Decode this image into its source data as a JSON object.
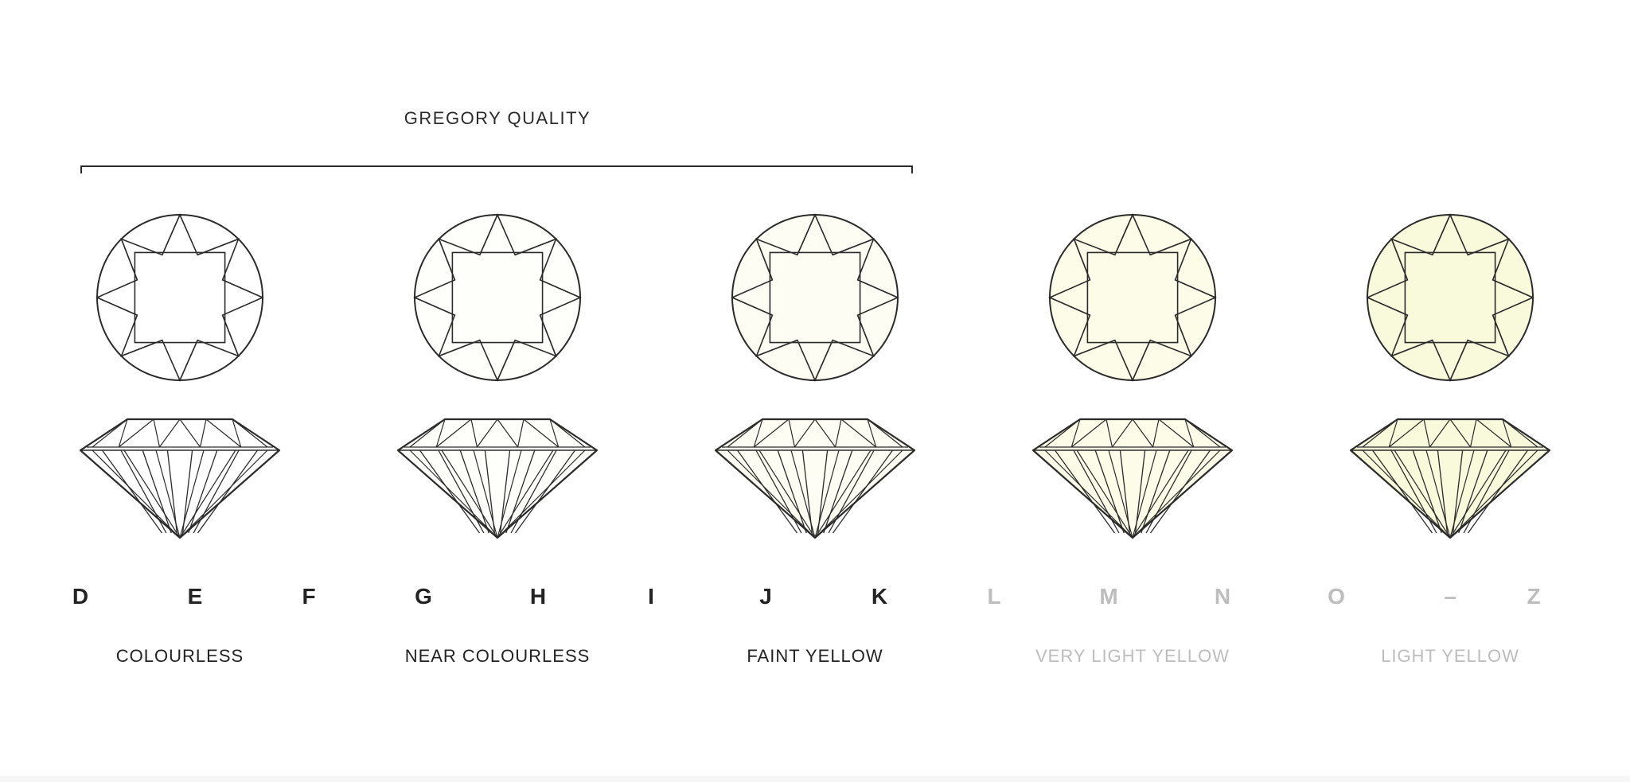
{
  "bracket": {
    "label": "GREGORY QUALITY"
  },
  "grades": [
    "D",
    "E",
    "F",
    "G",
    "H",
    "I",
    "J",
    "K",
    "L",
    "M",
    "N",
    "O",
    "–",
    "Z"
  ],
  "categories": [
    "COLOURLESS",
    "NEAR COLOURLESS",
    "FAINT YELLOW",
    "VERY LIGHT YELLOW",
    "LIGHT YELLOW"
  ],
  "colors": {
    "outline": "#2b2b2b",
    "dark_text": "#232323",
    "light_text": "#bdbdbd",
    "fills": [
      "#ffffff",
      "#fefefb",
      "#fdfdf3",
      "#fcfce8",
      "#f9f9dc"
    ]
  }
}
